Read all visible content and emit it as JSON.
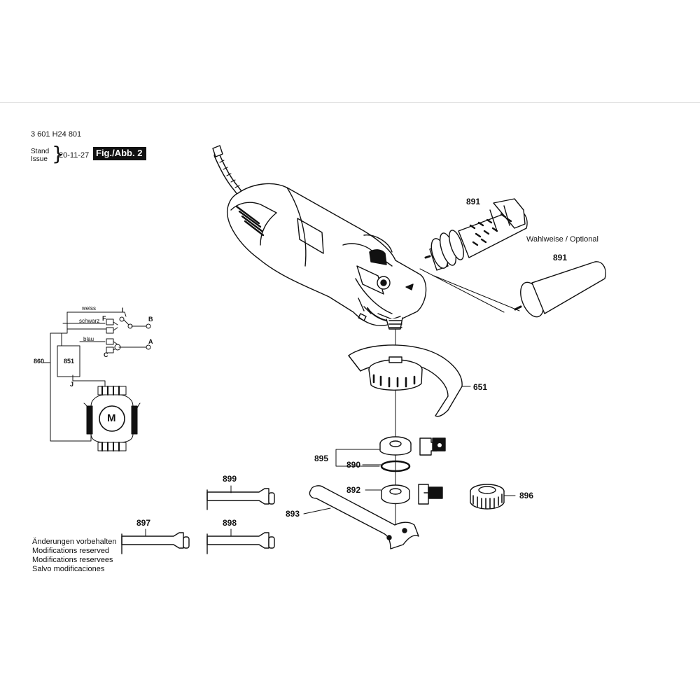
{
  "header": {
    "doc_number": "3 601 H24 801",
    "stand_label": "Stand",
    "issue_label": "Issue",
    "date": "20-11-27",
    "figure_badge": "Fig./Abb. 2"
  },
  "notices": [
    "Änderungen vorbehalten",
    "Modifications reserved",
    "Modifications reservees",
    "Salvo modificaciones"
  ],
  "optional_note": "Wahlweise / Optional",
  "parts": {
    "p891a": "891",
    "p891b": "891",
    "p651": "651",
    "p895": "895",
    "p890": "890",
    "p892": "892",
    "p896": "896",
    "p893": "893",
    "p899": "899",
    "p897": "897",
    "p898": "898",
    "p860": "860",
    "p851": "851"
  },
  "wiring": {
    "wire_white": "weiss",
    "wire_black": "schwarz",
    "wire_blue": "blau",
    "term_I": "I",
    "term_F": "F",
    "term_B": "B",
    "term_A": "A",
    "term_C": "C",
    "term_J": "J",
    "motor": "M"
  }
}
